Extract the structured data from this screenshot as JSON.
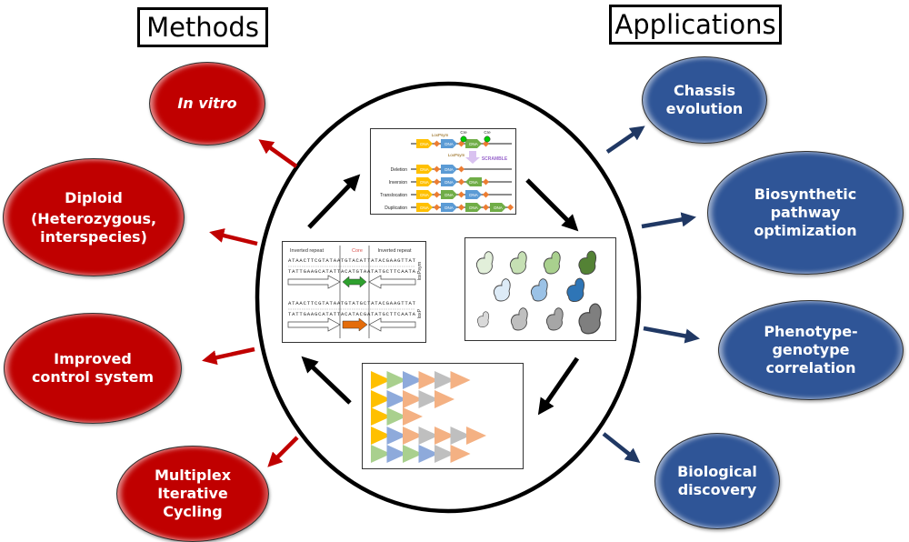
{
  "headers": {
    "methods": "Methods",
    "applications": "Applications"
  },
  "methods": [
    {
      "id": "in-vitro",
      "lines": [
        "In vitro"
      ],
      "italic": true
    },
    {
      "id": "diploid",
      "lines": [
        "Diploid",
        "(Heterozygous,",
        "interspecies)"
      ]
    },
    {
      "id": "improved-control",
      "lines": [
        "Improved",
        "control system"
      ]
    },
    {
      "id": "multiplex",
      "lines": [
        "Multiplex",
        "Iterative",
        "Cycling"
      ]
    }
  ],
  "applications": [
    {
      "id": "chassis",
      "lines": [
        "Chassis",
        "evolution"
      ]
    },
    {
      "id": "biosynthetic",
      "lines": [
        "Biosynthetic",
        "pathway",
        "optimization"
      ]
    },
    {
      "id": "phenotype",
      "lines": [
        "Phenotype-",
        "genotype",
        "correlation"
      ]
    },
    {
      "id": "biological",
      "lines": [
        "Biological",
        "discovery"
      ]
    }
  ],
  "colors": {
    "method": "#c00000",
    "application": "#2f5597",
    "method_arrow": "#c00000",
    "application_arrow": "#203864",
    "cycle_arrow": "#000000",
    "dna_yellow": "#ffc000",
    "dna_blue": "#5b9bd5",
    "dna_green": "#70ad47",
    "site_orange": "#ed7d31",
    "cre_green": "#00cc00",
    "scramble_purple": "#9966cc",
    "lox_green": "#2ea02e",
    "lox_orange": "#e46c0a"
  },
  "scramble_panel": {
    "labels": {
      "loxpsym_top": "LoxPsym",
      "cre_1": "Cre",
      "cre_2": "Cre",
      "loxpsym_mid": "LoxPsym",
      "scramble": "SCRAMBLE",
      "dna": "DNA"
    },
    "rows": [
      {
        "label": "",
        "elements": [
          "Y",
          "S",
          "B",
          "S",
          "G",
          "S"
        ]
      },
      {
        "label": "Deletion",
        "elements": [
          "Y",
          "S",
          "B",
          "S"
        ]
      },
      {
        "label": "Inversion",
        "elements": [
          "Y",
          "S",
          "B",
          "S",
          "g",
          "S"
        ]
      },
      {
        "label": "Translocation",
        "elements": [
          "Y",
          "S",
          "G",
          "S",
          "B",
          "S"
        ]
      },
      {
        "label": "Duplication",
        "elements": [
          "Y",
          "S",
          "B",
          "S",
          "G",
          "S",
          "G",
          "S"
        ]
      }
    ]
  },
  "loxp_panel": {
    "header_left": "Inverted repeat",
    "header_core": "Core",
    "header_right": "Inverted repeat",
    "site1": {
      "top": "ATAACTTCGTATAATGTACATTATACGAAGTTAT",
      "bottom": "TATTGAAGCATATTACATGTAATATGCTTCAATA",
      "label": "loxPsym"
    },
    "site2": {
      "top": "ATAACTTCGTATAATGTATGCTATACGAAGTTAT",
      "bottom": "TATTGAAGCATATTACATACGATATGCTTCAATA",
      "label": "loxP"
    }
  },
  "cells_panel": {
    "rows": [
      [
        "#e2efda",
        "#c6e0b4",
        "#a9d08e",
        "#548235"
      ],
      [
        "#ddebf7",
        "#9bc2e6",
        "#2e75b6"
      ],
      [
        "#d9d9d9",
        "#bfbfbf",
        "#a6a6a6",
        "#7f7f7f"
      ]
    ]
  },
  "arrays_panel": {
    "rows": [
      [
        "#ffc000",
        "#a9d08e",
        "#8eaadb",
        "#f4b183",
        "#bfbfbf",
        "#f4b183"
      ],
      [
        "#ffc000",
        "#8eaadb",
        "#f4b183",
        "#bfbfbf",
        "#f4b183"
      ],
      [
        "#ffc000",
        "#a9d08e",
        "#f4b183"
      ],
      [
        "#ffc000",
        "#8eaadb",
        "#f4b183",
        "#bfbfbf",
        "#f4b183",
        "#bfbfbf",
        "#f4b183"
      ],
      [
        "#a9d08e",
        "#8eaadb",
        "#a9d08e",
        "#8eaadb",
        "#bfbfbf",
        "#f4b183"
      ]
    ]
  }
}
